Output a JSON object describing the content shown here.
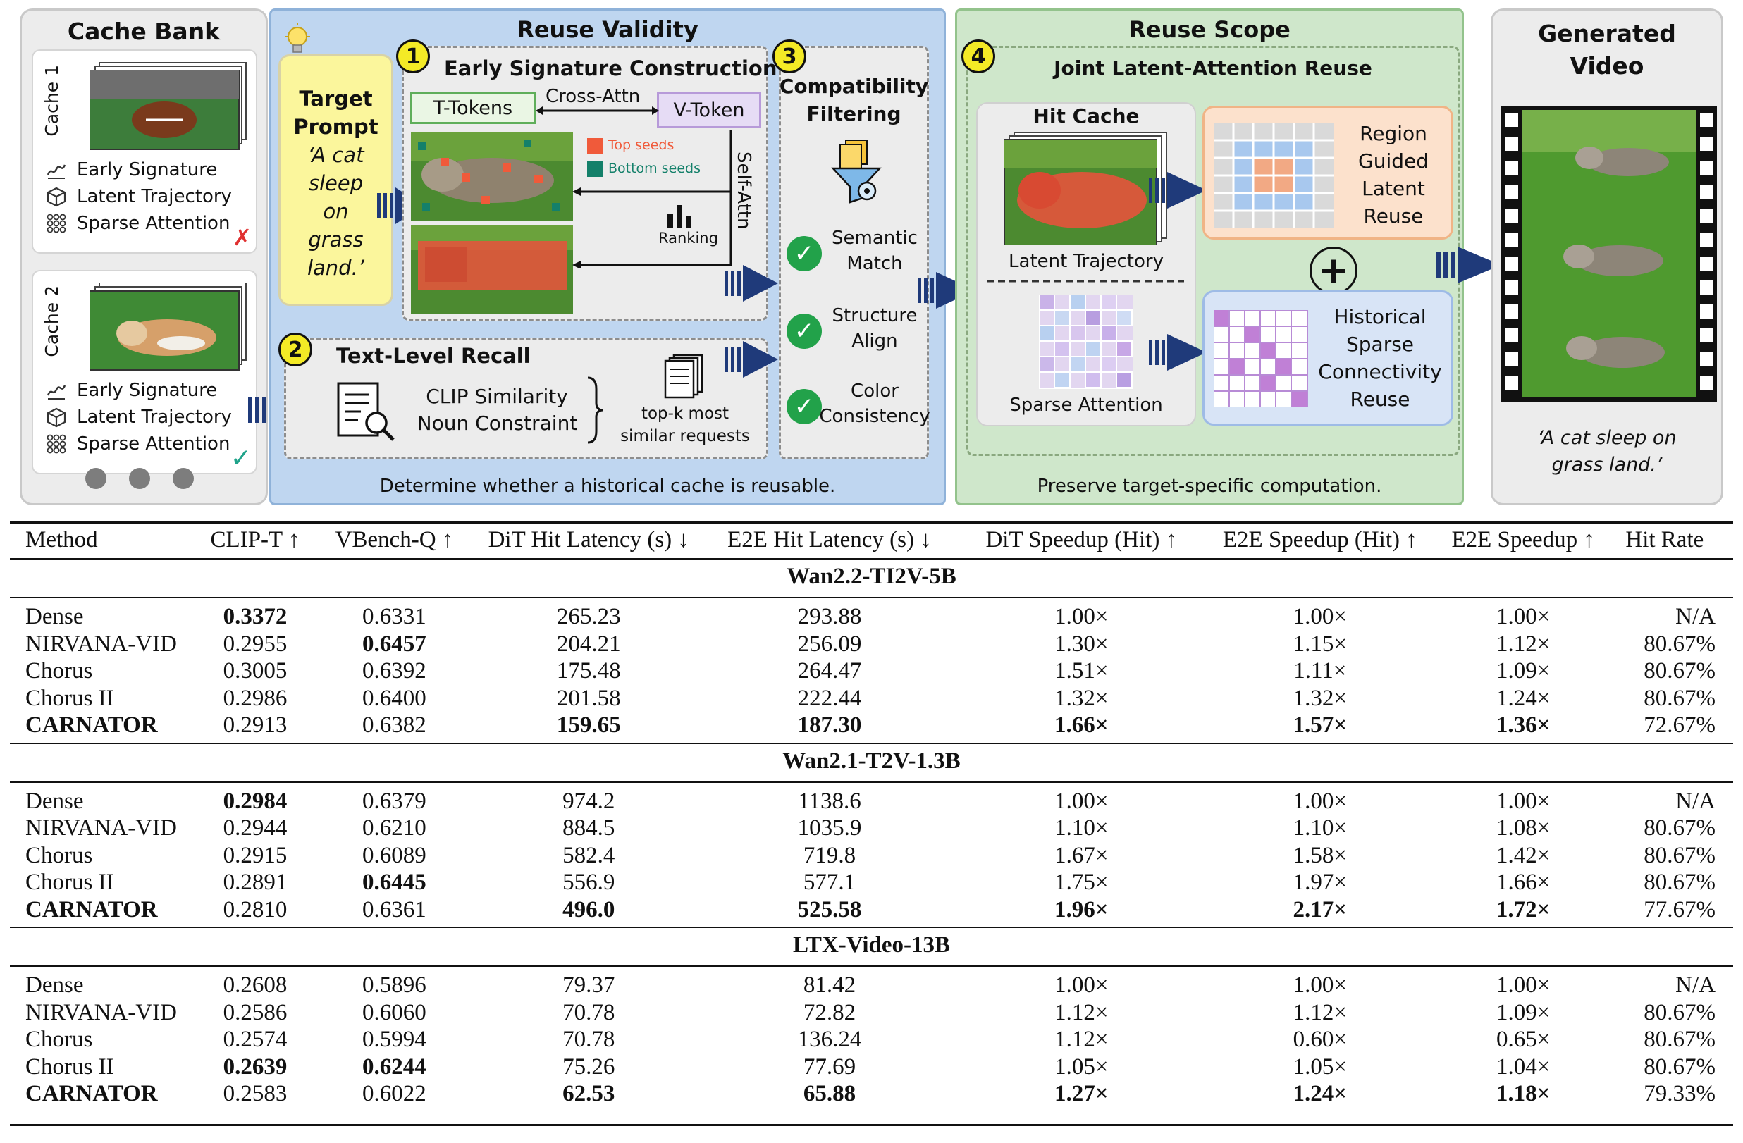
{
  "figure": {
    "cache_bank": {
      "title": "Cache Bank",
      "caches": [
        {
          "tag": "Cache 1",
          "lines": [
            "Early Signature",
            "Latent Trajectory",
            "Sparse Attention"
          ],
          "status": "✗"
        },
        {
          "tag": "Cache 2",
          "lines": [
            "Early Signature",
            "Latent Trajectory",
            "Sparse Attention"
          ],
          "status": "✓"
        }
      ]
    },
    "reuse_validity": {
      "title": "Reuse Validity",
      "target_prompt_label": "Target Prompt",
      "target_prompt_text": [
        "‘A cat",
        "sleep",
        "on",
        "grass",
        "land.’"
      ],
      "step1": {
        "num": "1",
        "title": "Early Signature Construction",
        "t_tokens": "T-Tokens",
        "v_token": "V-Token",
        "cross_attn": "Cross-Attn",
        "self_attn": "Self-Attn",
        "top_seeds": "Top seeds",
        "bottom_seeds": "Bottom seeds",
        "ranking": "Ranking"
      },
      "step2": {
        "num": "2",
        "title": "Text-Level Recall",
        "line1": "CLIP Similarity",
        "line2": "Noun Constraint",
        "topk1": "top-k most",
        "topk2": "similar requests"
      },
      "step3": {
        "num": "3",
        "title1": "Compatibility",
        "title2": "Filtering",
        "checks": [
          [
            "Semantic",
            "Match"
          ],
          [
            "Structure",
            "Align"
          ],
          [
            "Color",
            "Consistency"
          ]
        ]
      },
      "caption": "Determine whether a historical cache is reusable."
    },
    "reuse_scope": {
      "title": "Reuse Scope",
      "num": "4",
      "subtitle": "Joint Latent-Attention Reuse",
      "hit_cache": "Hit Cache",
      "latent_trajectory": "Latent Trajectory",
      "sparse_attention": "Sparse Attention",
      "region_reuse": [
        "Region",
        "Guided",
        "Latent",
        "Reuse"
      ],
      "sparse_reuse": [
        "Historical",
        "Sparse",
        "Connectivity",
        "Reuse"
      ],
      "plus": "+",
      "caption": "Preserve target-specific computation."
    },
    "generated": {
      "title": [
        "Generated",
        "Video"
      ],
      "caption": [
        "‘A cat sleep on",
        "grass land.’"
      ]
    },
    "colors": {
      "blue_panel": "#bfd6f0",
      "green_panel": "#cfe7cb",
      "yellow": "#fbf69c",
      "arrow": "#1f3a7a",
      "top_seed": "#f05a3a",
      "bottom_seed": "#14806a",
      "check": "#22a24a"
    }
  },
  "table": {
    "headers": [
      "Method",
      "CLIP-T ↑",
      "VBench-Q ↑",
      "DiT Hit Latency (s) ↓",
      "E2E Hit Latency (s) ↓",
      "DiT Speedup (Hit) ↑",
      "E2E Speedup (Hit) ↑",
      "E2E Speedup ↑",
      "Hit Rate"
    ],
    "groups": [
      {
        "name": "Wan2.2-TI2V-5B",
        "rows": [
          {
            "cells": [
              "Dense",
              "0.3372",
              "0.6331",
              "265.23",
              "293.88",
              "1.00×",
              "1.00×",
              "1.00×",
              "N/A"
            ],
            "bold": [
              1
            ]
          },
          {
            "cells": [
              "NIRVANA-VID",
              "0.2955",
              "0.6457",
              "204.21",
              "256.09",
              "1.30×",
              "1.15×",
              "1.12×",
              "80.67%"
            ],
            "bold": [
              2
            ]
          },
          {
            "cells": [
              "Chorus",
              "0.3005",
              "0.6392",
              "175.48",
              "264.47",
              "1.51×",
              "1.11×",
              "1.09×",
              "80.67%"
            ],
            "bold": []
          },
          {
            "cells": [
              "Chorus II",
              "0.2986",
              "0.6400",
              "201.58",
              "222.44",
              "1.32×",
              "1.32×",
              "1.24×",
              "80.67%"
            ],
            "bold": []
          },
          {
            "cells": [
              "CARNATOR",
              "0.2913",
              "0.6382",
              "159.65",
              "187.30",
              "1.66×",
              "1.57×",
              "1.36×",
              "72.67%"
            ],
            "bold": [
              0,
              3,
              4,
              5,
              6,
              7
            ]
          }
        ]
      },
      {
        "name": "Wan2.1-T2V-1.3B",
        "rows": [
          {
            "cells": [
              "Dense",
              "0.2984",
              "0.6379",
              "974.2",
              "1138.6",
              "1.00×",
              "1.00×",
              "1.00×",
              "N/A"
            ],
            "bold": [
              1
            ]
          },
          {
            "cells": [
              "NIRVANA-VID",
              "0.2944",
              "0.6210",
              "884.5",
              "1035.9",
              "1.10×",
              "1.10×",
              "1.08×",
              "80.67%"
            ],
            "bold": []
          },
          {
            "cells": [
              "Chorus",
              "0.2915",
              "0.6089",
              "582.4",
              "719.8",
              "1.67×",
              "1.58×",
              "1.42×",
              "80.67%"
            ],
            "bold": []
          },
          {
            "cells": [
              "Chorus II",
              "0.2891",
              "0.6445",
              "556.9",
              "577.1",
              "1.75×",
              "1.97×",
              "1.66×",
              "80.67%"
            ],
            "bold": [
              2
            ]
          },
          {
            "cells": [
              "CARNATOR",
              "0.2810",
              "0.6361",
              "496.0",
              "525.58",
              "1.96×",
              "2.17×",
              "1.72×",
              "77.67%"
            ],
            "bold": [
              0,
              3,
              4,
              5,
              6,
              7
            ]
          }
        ]
      },
      {
        "name": "LTX-Video-13B",
        "rows": [
          {
            "cells": [
              "Dense",
              "0.2608",
              "0.5896",
              "79.37",
              "81.42",
              "1.00×",
              "1.00×",
              "1.00×",
              "N/A"
            ],
            "bold": []
          },
          {
            "cells": [
              "NIRVANA-VID",
              "0.2586",
              "0.6060",
              "70.78",
              "72.82",
              "1.12×",
              "1.12×",
              "1.09×",
              "80.67%"
            ],
            "bold": []
          },
          {
            "cells": [
              "Chorus",
              "0.2574",
              "0.5994",
              "70.78",
              "136.24",
              "1.12×",
              "0.60×",
              "0.65×",
              "80.67%"
            ],
            "bold": []
          },
          {
            "cells": [
              "Chorus II",
              "0.2639",
              "0.6244",
              "75.26",
              "77.69",
              "1.05×",
              "1.05×",
              "1.04×",
              "80.67%"
            ],
            "bold": [
              1,
              2
            ]
          },
          {
            "cells": [
              "CARNATOR",
              "0.2583",
              "0.6022",
              "62.53",
              "65.88",
              "1.27×",
              "1.24×",
              "1.18×",
              "79.33%"
            ],
            "bold": [
              0,
              3,
              4,
              5,
              6,
              7
            ]
          }
        ]
      }
    ]
  }
}
